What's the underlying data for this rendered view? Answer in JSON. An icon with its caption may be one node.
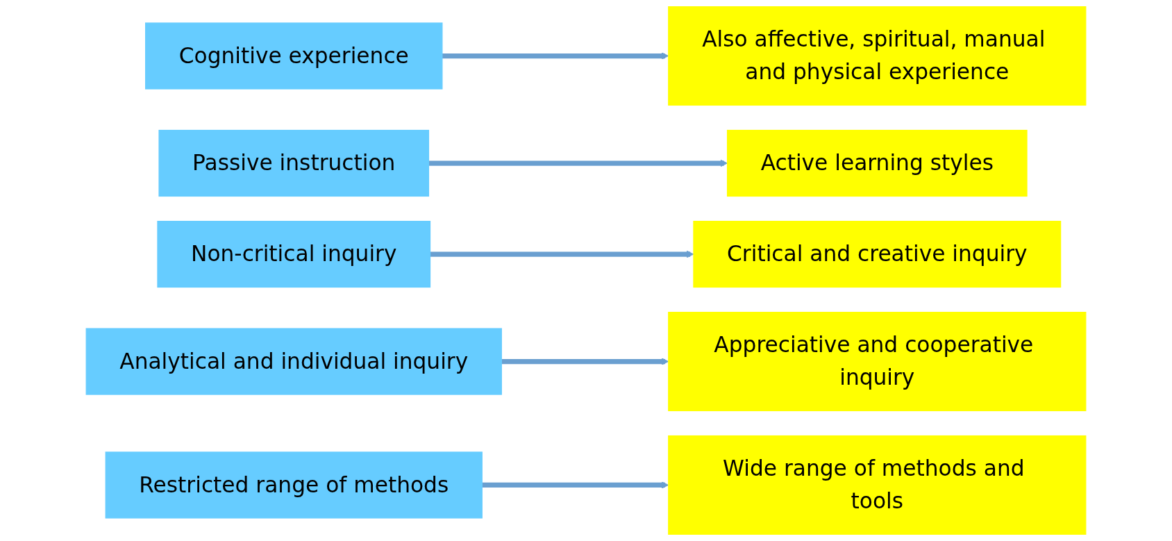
{
  "diagram": {
    "nodes": [
      {
        "text": [
          "Cognitive experience"
        ]
      },
      {
        "text": [
          "Also affective, spiritual, manual and physical experience"
        ]
      },
      {
        "text": [
          "Passive instruction"
        ]
      },
      {
        "text": [
          "Active learning styles"
        ]
      },
      {
        "text": [
          "Non-critical inquiry"
        ]
      },
      {
        "text": [
          "Critical and creative inquiry"
        ]
      },
      {
        "text": [
          "Analytical and individual inquiry"
        ]
      },
      {
        "text": [
          "Appreciative and cooperative inquiry"
        ]
      },
      {
        "text": [
          "Restricted range of methods"
        ]
      },
      {
        "text": [
          "Wide range of methods and tools"
        ]
      }
    ],
    "edges": [
      {
        "from": 0,
        "to": 1,
        "arrow": "to"
      },
      {
        "from": 2,
        "to": 3,
        "arrow": "to"
      },
      {
        "from": 4,
        "to": 5,
        "arrow": "to"
      },
      {
        "from": 6,
        "to": 7,
        "arrow": "to"
      },
      {
        "from": 8,
        "to": 9,
        "arrow": "to"
      }
    ]
  }
}
